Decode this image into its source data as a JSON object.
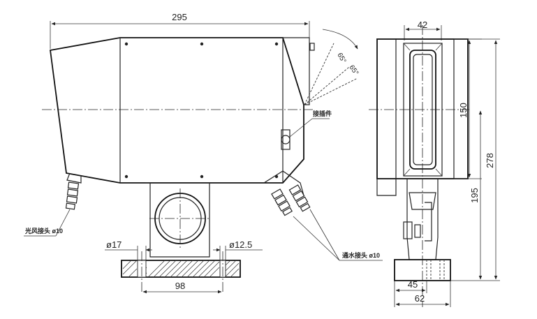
{
  "dimensions": {
    "overall_length": "295",
    "tilt_angle_1": "65°",
    "tilt_angle_2": "65°",
    "base_hole_left": "ø17",
    "base_hole_right": "ø12.5",
    "base_hole_spacing": "98",
    "front_width": "42",
    "window_height": "150",
    "center_height": "195",
    "overall_height": "278",
    "base_inner_width": "45",
    "base_outer_width": "62"
  },
  "labels": {
    "connector": "接插件",
    "air_connector": "光风接头 ø10",
    "water_connector": "通水接头 ø10"
  }
}
